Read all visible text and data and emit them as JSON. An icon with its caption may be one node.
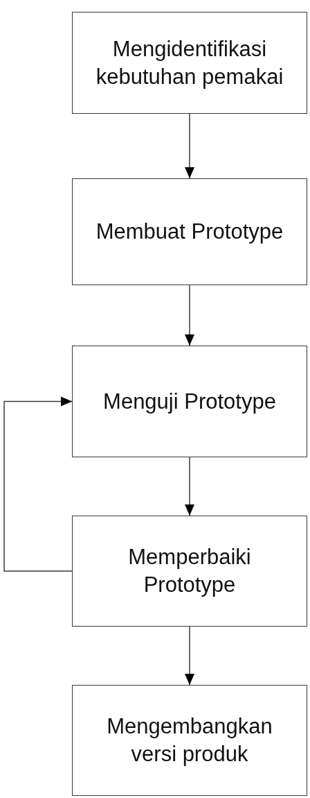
{
  "diagram": {
    "nodes": [
      {
        "text": [
          "Mengidentifikasi kebutuhan pemakai"
        ]
      },
      {
        "text": [
          "Membuat Prototype"
        ]
      },
      {
        "text": [
          "Menguji Prototype"
        ]
      },
      {
        "text": [
          "Memperbaiki Prototype"
        ]
      },
      {
        "text": [
          "Mengembangkan versi produk"
        ]
      }
    ],
    "edges": [
      {
        "from": 0,
        "to": 1,
        "arrow": "to"
      },
      {
        "from": 1,
        "to": 2,
        "arrow": "to"
      },
      {
        "from": 2,
        "to": 3,
        "arrow": "to"
      },
      {
        "from": 3,
        "to": 4,
        "arrow": "to"
      },
      {
        "from": 3,
        "to": 2,
        "arrow": "to"
      }
    ]
  }
}
